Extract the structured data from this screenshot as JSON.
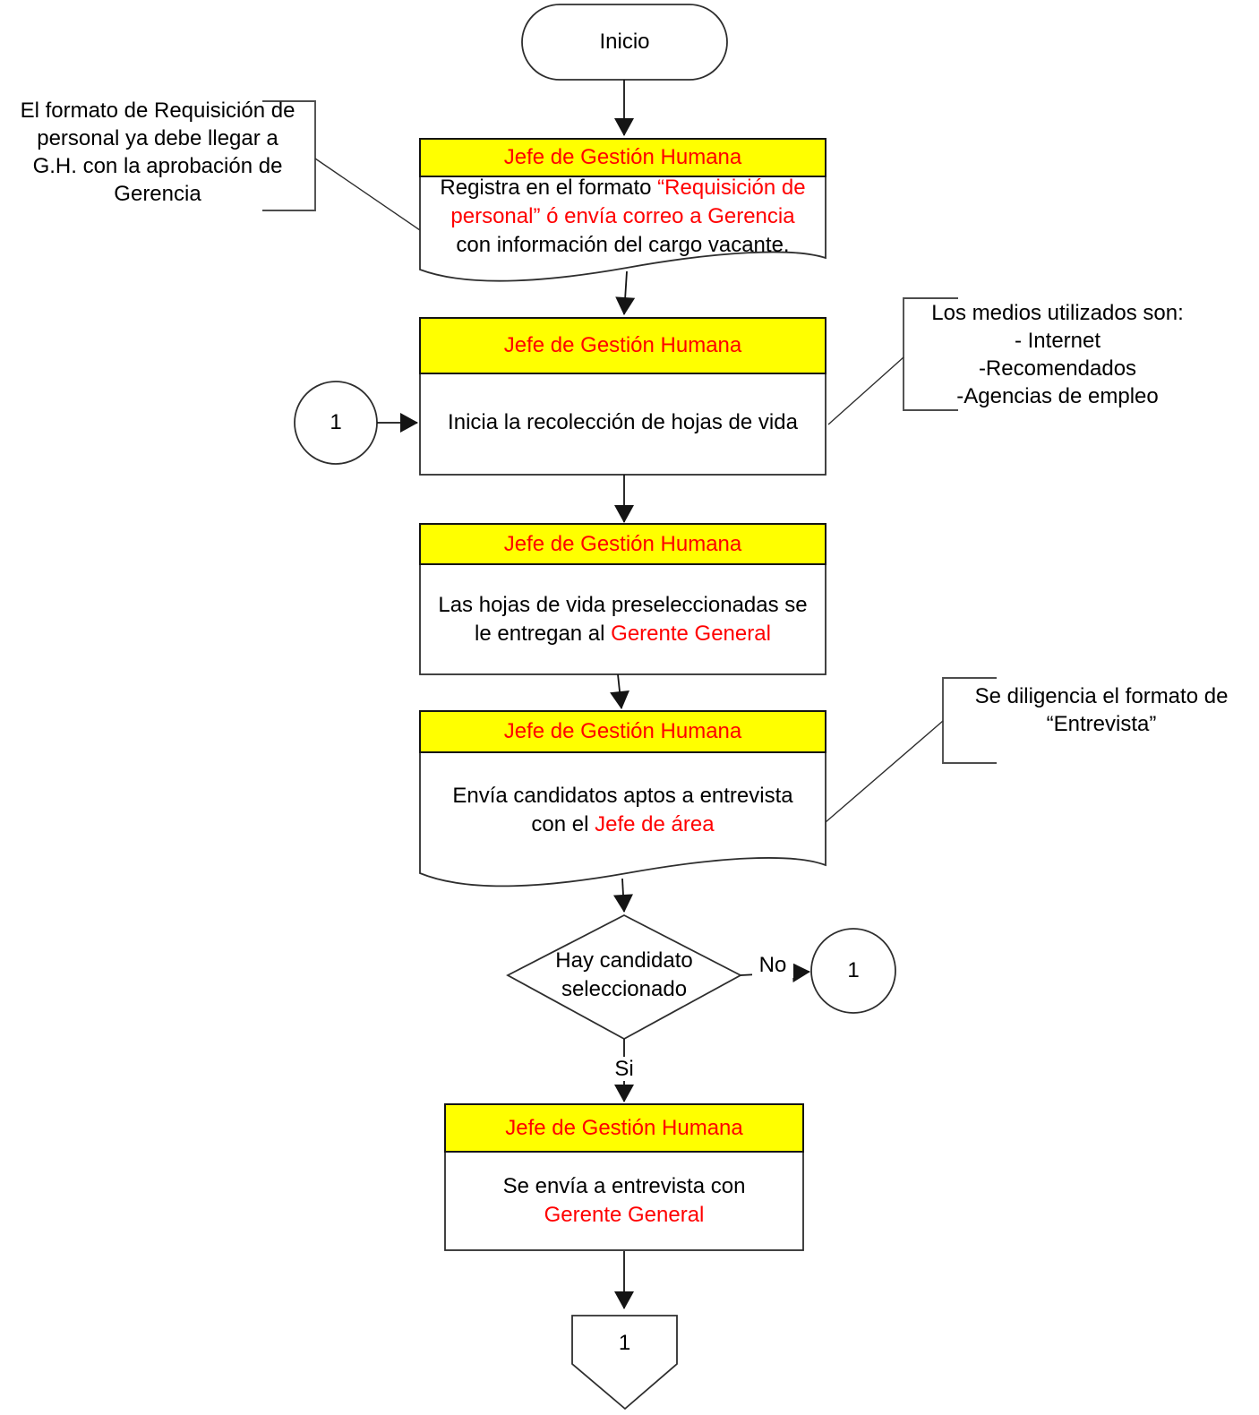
{
  "colors": {
    "header_bg": "#ffff00",
    "header_text": "#ff0000",
    "emphasis": "#ff0000",
    "text": "#000000"
  },
  "start": {
    "label": "Inicio"
  },
  "steps": [
    {
      "header": "Jefe de Gestión Humana",
      "body": [
        {
          "text": "Registra en el formato ",
          "red": false
        },
        {
          "text": "“Requisición de\npersonal” ó envía correo a Gerencia\n",
          "red": true
        },
        {
          "text": "con información del cargo vacante.",
          "red": false
        }
      ]
    },
    {
      "header": "Jefe de Gestión Humana",
      "body": [
        {
          "text": "Inicia la recolección de hojas de vida",
          "red": false
        }
      ]
    },
    {
      "header": "Jefe de Gestión Humana",
      "body": [
        {
          "text": "Las hojas de vida preseleccionadas se\nle entregan al ",
          "red": false
        },
        {
          "text": "Gerente General",
          "red": true
        }
      ]
    },
    {
      "header": "Jefe de Gestión Humana",
      "body": [
        {
          "text": "Envía candidatos aptos a entrevista\ncon el ",
          "red": false
        },
        {
          "text": "Jefe de área",
          "red": true
        }
      ]
    },
    {
      "header": "Jefe de Gestión Humana",
      "body": [
        {
          "text": "Se envía a entrevista con\n",
          "red": false
        },
        {
          "text": "Gerente General",
          "red": true
        }
      ]
    }
  ],
  "annotations": [
    {
      "lines": [
        "El formato de Requisición de",
        "personal ya debe llegar a",
        "G.H. con la aprobación de",
        "Gerencia"
      ]
    },
    {
      "lines": [
        "Los medios utilizados son:",
        "- Internet",
        "-Recomendados",
        "-Agencias de empleo"
      ]
    },
    {
      "lines": [
        "Se diligencia el formato de",
        "“Entrevista”"
      ]
    }
  ],
  "decision": {
    "lines": [
      "Hay candidato",
      "seleccionado"
    ],
    "no_label": "No",
    "yes_label": "Si"
  },
  "connectors": {
    "left_circle": "1",
    "right_circle": "1",
    "offpage": "1"
  }
}
